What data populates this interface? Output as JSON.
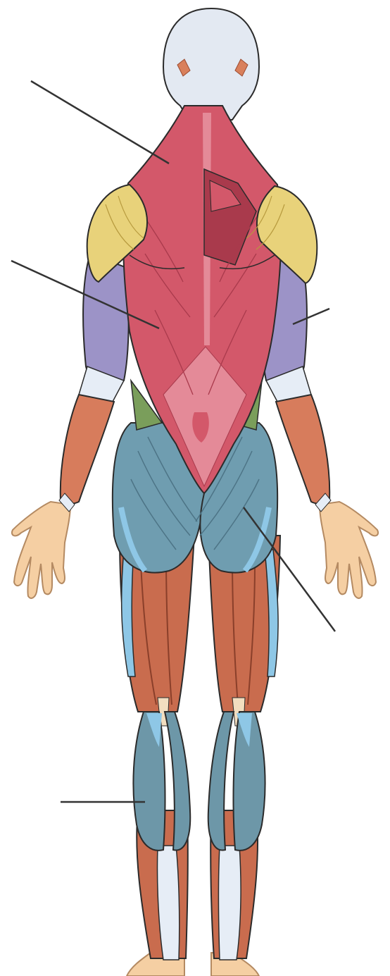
{
  "diagram": {
    "subject": "human-muscular-system-posterior-view",
    "labels": [
      {
        "id": "pointer-trapezius",
        "text": ""
      },
      {
        "id": "pointer-latissimus",
        "text": ""
      },
      {
        "id": "pointer-triceps",
        "text": ""
      },
      {
        "id": "pointer-gluteus",
        "text": ""
      },
      {
        "id": "pointer-gastrocnemius",
        "text": ""
      }
    ],
    "colors": {
      "skin": "#f5cfa3",
      "skin_outline": "#b48a62",
      "head": "#e3e9f2",
      "tendon": "#e6edf6",
      "back_red": "#d3586a",
      "back_red_dark": "#a93a4c",
      "back_pink": "#e48a98",
      "deltoid": "#e8d27a",
      "triceps": "#9c93c7",
      "forearm": "#d77c5c",
      "glute": "#6f9db0",
      "glute_light": "#8ec7e6",
      "hamstring": "#c96c4e",
      "calf": "#6d97a8",
      "oblique": "#7a9e5b",
      "outline": "#2b2b2b",
      "leader_line": "#333333"
    }
  }
}
